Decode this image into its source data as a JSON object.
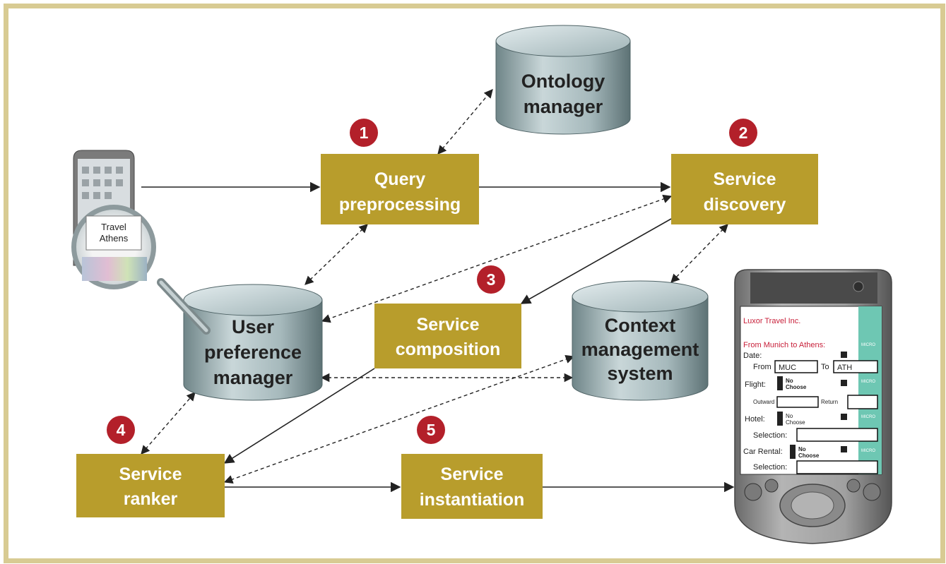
{
  "colors": {
    "frame": "#d8cb93",
    "process_box": "#b89d2c",
    "badge": "#b3202a",
    "database": "#9fb3b6"
  },
  "nodes": {
    "query_preprocessing": [
      "Query",
      "preprocessing"
    ],
    "service_discovery": [
      "Service",
      "discovery"
    ],
    "service_composition": [
      "Service",
      "composition"
    ],
    "service_ranker": [
      "Service",
      "ranker"
    ],
    "service_instantiation": [
      "Service",
      "instantiation"
    ],
    "ontology_manager": [
      "Ontology",
      "manager"
    ],
    "user_preference_manager": [
      "User",
      "preference",
      "manager"
    ],
    "context_management_system": [
      "Context",
      "management",
      "system"
    ]
  },
  "badges": [
    "1",
    "2",
    "3",
    "4",
    "5"
  ],
  "phone_query": [
    "Travel",
    "Athens"
  ],
  "pda_form": {
    "company": "Luxor Travel Inc.",
    "route": "From Munich to Athens:",
    "date_label": "Date:",
    "from_label": "From",
    "from_value": "MUC",
    "to_label": "To",
    "to_value": "ATH",
    "flight_label": "Flight:",
    "no_choose": [
      "No",
      "Choose"
    ],
    "outward_label": "Outward",
    "return_label": "Return",
    "hotel_label": "Hotel:",
    "selection_label": "Selection:",
    "car_rental_label": "Car Rental:",
    "side_tag": "MICRO"
  }
}
